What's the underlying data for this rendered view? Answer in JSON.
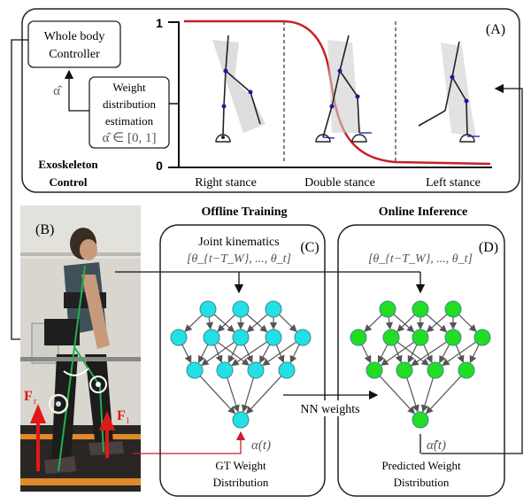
{
  "panel_a": {
    "label": "(A)",
    "controller_box": {
      "line1": "Whole body",
      "line2": "Controller"
    },
    "estimation_box": {
      "line1": "Weight",
      "line2": "distribution",
      "line3": "estimation",
      "line4": "α̂ ∈ [0, 1]"
    },
    "alpha_hat_label": "α̂",
    "exo_title": {
      "line1": "Exoskeleton",
      "line2": "Control"
    },
    "y_axis": {
      "top": "1",
      "bottom": "0"
    },
    "phases": [
      "Right stance",
      "Double stance",
      "Left stance"
    ],
    "curve_color": "#c8202a"
  },
  "panel_b": {
    "label": "(B)",
    "force_left": "F",
    "force_left_sub": "r",
    "force_right": "F",
    "force_right_sub": "l",
    "force_color": "#e01818",
    "leg_line_color": "#22b04a"
  },
  "panel_c": {
    "header": "Offline Training",
    "label": "(C)",
    "input_title": "Joint kinematics",
    "input_vector": "[θ_{t−T_W}, ..., θ_t]",
    "output_symbol": "α(t)",
    "output_line1": "GT Weight",
    "output_line2": "Distribution",
    "node_color": "#22e0e6"
  },
  "panel_d": {
    "header": "Online Inference",
    "label": "(D)",
    "input_vector": "[θ_{t−T_W}, ..., θ_t]",
    "output_symbol": "α̂(t)",
    "output_line1": "Predicted Weight",
    "output_line2": "Distribution",
    "node_color": "#22dd22"
  },
  "nn_weights_label": "NN weights"
}
